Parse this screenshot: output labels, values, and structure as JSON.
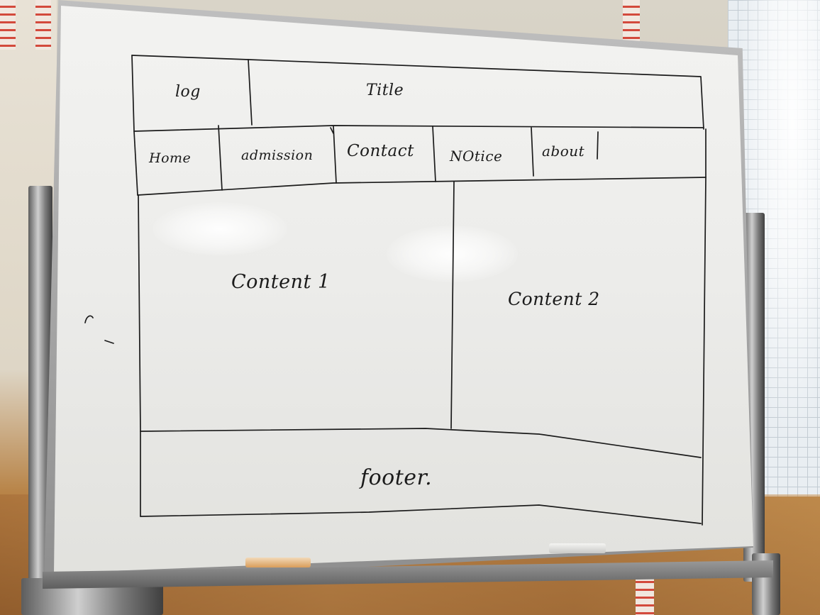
{
  "whiteboard": {
    "header": {
      "logo": "log",
      "title": "Title"
    },
    "nav": [
      "Home",
      "admission",
      "Contact",
      "NOtice",
      "about"
    ],
    "content": {
      "left": "Content 1",
      "right": "Content 2"
    },
    "footer": "footer."
  },
  "colors": {
    "ink": "#1b1b1b",
    "board": "#ececea",
    "frame": "#9a9a9a"
  }
}
